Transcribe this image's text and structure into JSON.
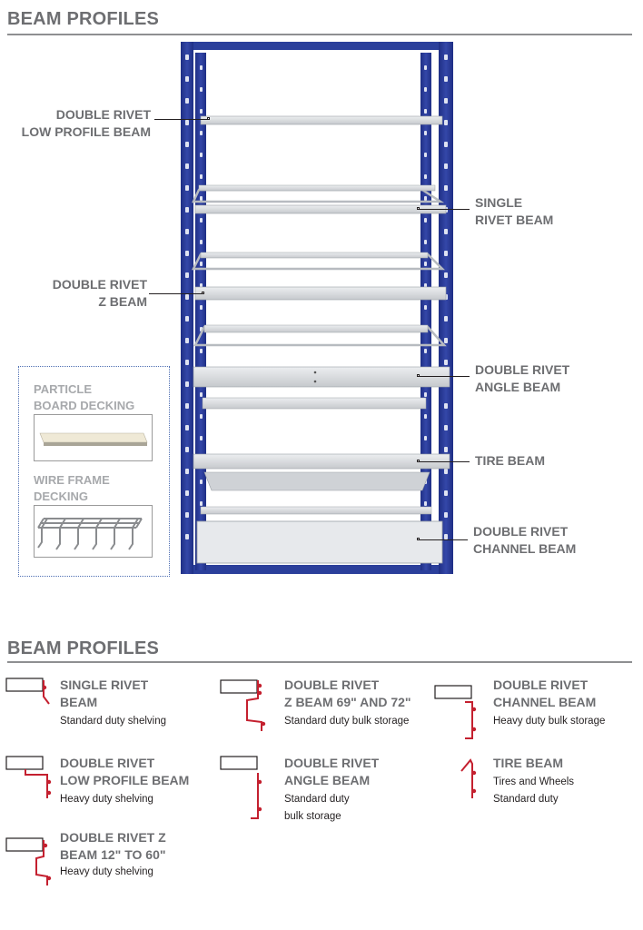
{
  "top_section": {
    "heading": "BEAM PROFILES",
    "callouts": {
      "low_profile": "DOUBLE RIVET\nLOW PROFILE BEAM",
      "single_rivet": "SINGLE\nRIVET BEAM",
      "z_beam": "DOUBLE RIVET\nZ BEAM",
      "angle_beam": "DOUBLE RIVET\nANGLE BEAM",
      "tire_beam": "TIRE BEAM",
      "channel_beam": "DOUBLE RIVET\nCHANNEL BEAM"
    },
    "decking": {
      "particle_label": "PARTICLE\nBOARD DECKING",
      "wire_label": "WIRE FRAME\nDECKING"
    }
  },
  "bottom_section": {
    "heading": "BEAM PROFILES",
    "profiles": [
      {
        "title": "SINGLE RIVET\nBEAM",
        "desc": "Standard duty shelving",
        "icon": "single-rivet-beam-icon"
      },
      {
        "title": "DOUBLE RIVET\nZ BEAM 69\" AND 72\"",
        "desc": "Standard duty bulk storage",
        "icon": "z-beam-icon"
      },
      {
        "title": "DOUBLE RIVET\nCHANNEL BEAM",
        "desc": "Heavy duty bulk storage",
        "icon": "channel-beam-icon"
      },
      {
        "title": "DOUBLE RIVET\nLOW PROFILE BEAM",
        "desc": "Heavy duty shelving",
        "icon": "low-profile-beam-icon"
      },
      {
        "title": "DOUBLE RIVET\nANGLE BEAM",
        "desc": "Standard duty\nbulk storage",
        "icon": "angle-beam-icon"
      },
      {
        "title": "TIRE BEAM",
        "desc": "Tires and Wheels\nStandard duty",
        "icon": "tire-beam-icon"
      },
      {
        "title": "DOUBLE RIVET Z\nBEAM 12\" TO 60\"",
        "desc": "Heavy duty shelving",
        "icon": "z-beam-small-icon"
      }
    ]
  },
  "colors": {
    "upright_blue": "#2b3f9b",
    "beam_grey": "#d9dcdf",
    "profile_red": "#c4202f",
    "text_grey": "#6d6e71"
  }
}
